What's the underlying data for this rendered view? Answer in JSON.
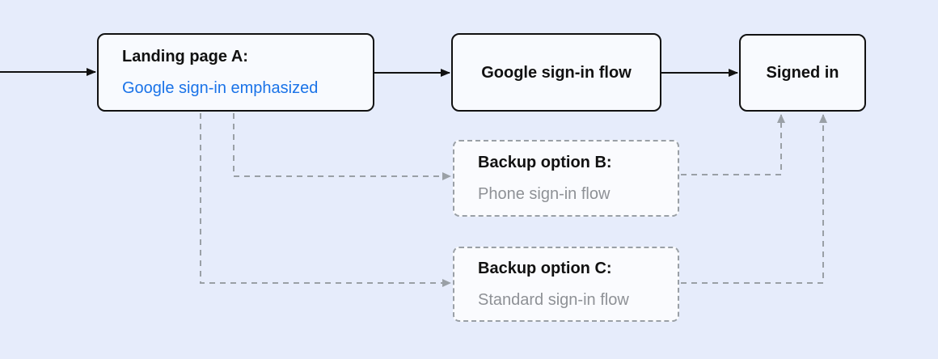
{
  "diagram": {
    "nodes": {
      "landing": {
        "title": "Landing page A:",
        "subtitle": "Google sign-in emphasized"
      },
      "google_flow": {
        "label": "Google sign-in flow"
      },
      "signed_in": {
        "label": "Signed in"
      },
      "backup_b": {
        "title": "Backup option B:",
        "subtitle": "Phone sign-in flow"
      },
      "backup_c": {
        "title": "Backup option C:",
        "subtitle": "Standard sign-in flow"
      }
    },
    "edges": [
      {
        "from": "entry",
        "to": "landing",
        "style": "solid"
      },
      {
        "from": "landing",
        "to": "google_flow",
        "style": "solid"
      },
      {
        "from": "google_flow",
        "to": "signed_in",
        "style": "solid"
      },
      {
        "from": "landing",
        "to": "backup_b",
        "style": "dashed"
      },
      {
        "from": "landing",
        "to": "backup_c",
        "style": "dashed"
      },
      {
        "from": "backup_b",
        "to": "signed_in",
        "style": "dashed"
      },
      {
        "from": "backup_c",
        "to": "signed_in",
        "style": "dashed"
      }
    ],
    "colors": {
      "background": "#e6ecfb",
      "node_fill": "#f8fafe",
      "node_border": "#111111",
      "accent_blue": "#1a73e8",
      "muted_gray": "#8e9196",
      "dashed_gray": "#9aa0a6"
    }
  }
}
